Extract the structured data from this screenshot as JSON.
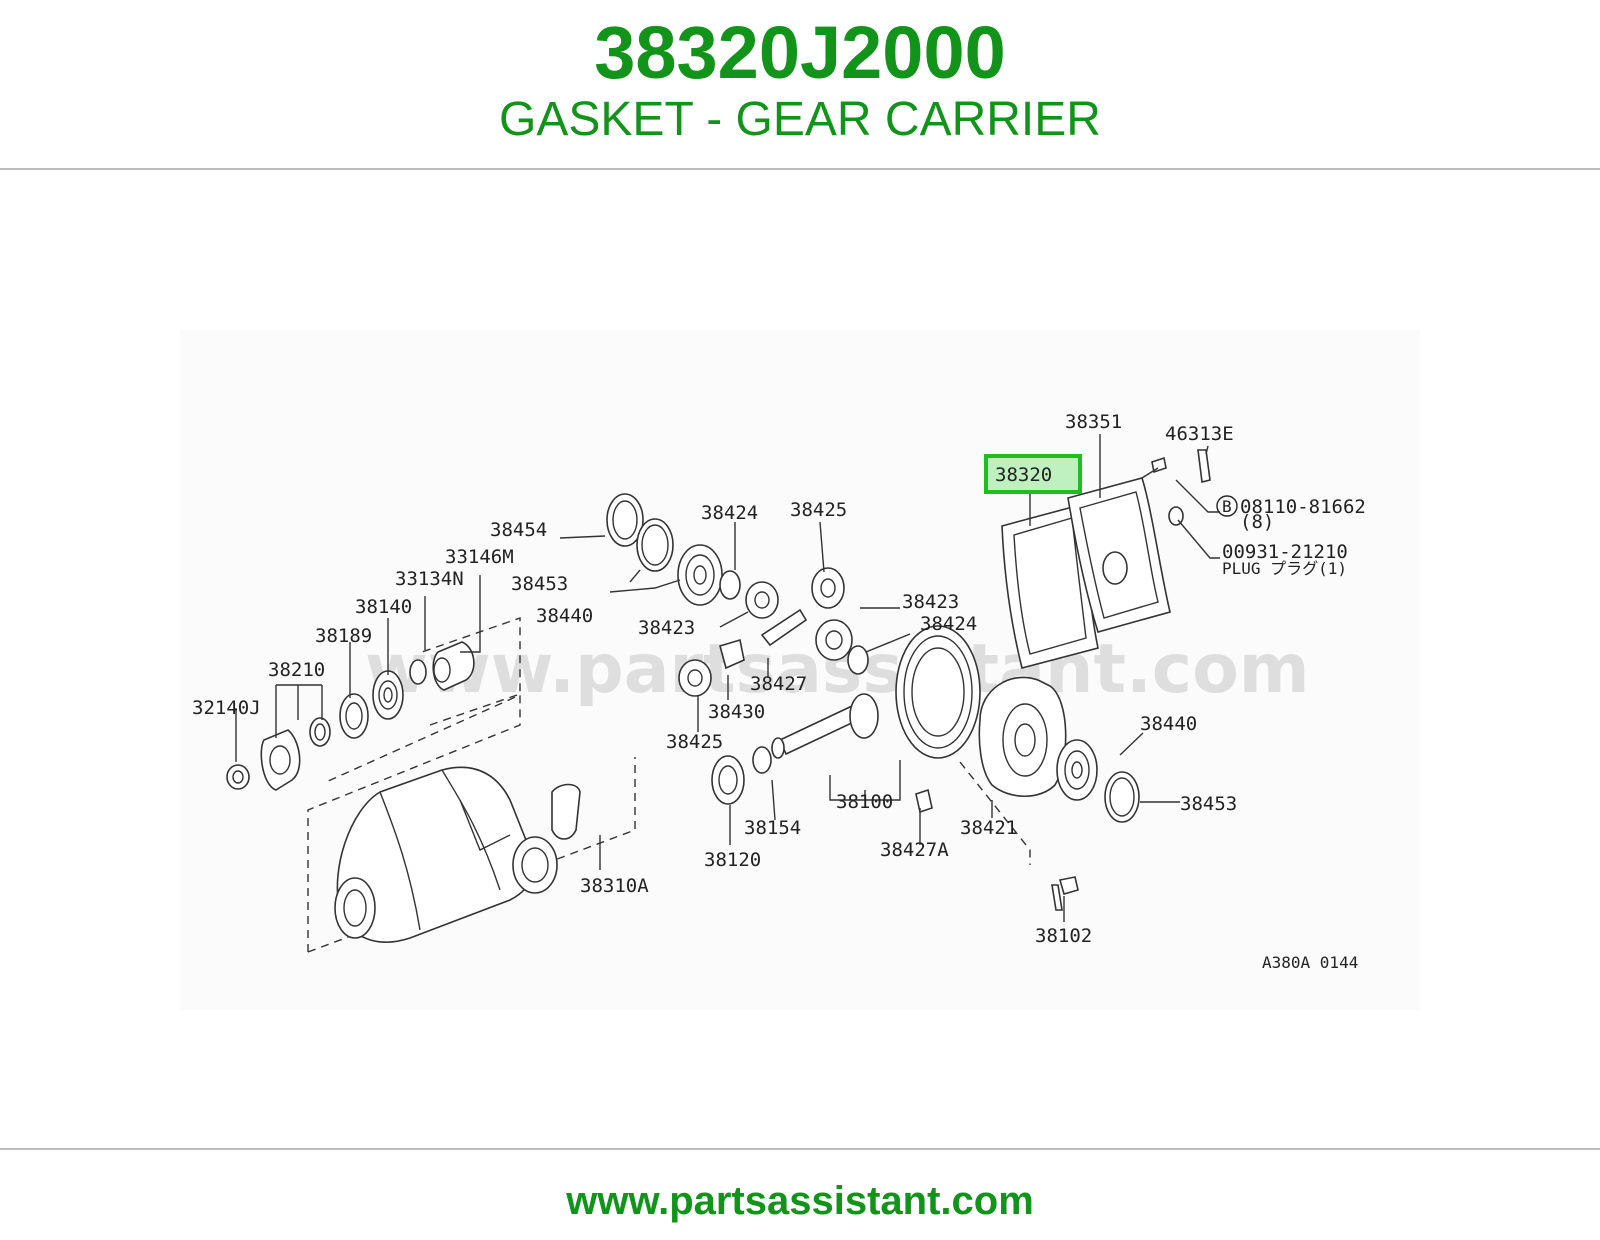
{
  "header": {
    "part_number": "38320J2000",
    "part_name": "GASKET - GEAR CARRIER"
  },
  "diagram": {
    "watermark": "www.partsassistant.com",
    "highlight_color": "#22bb22",
    "highlighted_part": "38320",
    "diagram_code": "A380A 0144",
    "labels": {
      "p38351": "38351",
      "p46313e": "46313E",
      "p38320": "38320",
      "p08110": "08110-81662",
      "p08110_qty": "(8)",
      "p08110_mark": "B",
      "p00931": "00931-21210",
      "p_plug": "PLUG プラグ(1)",
      "p38454": "38454",
      "p38424a": "38424",
      "p38425a": "38425",
      "p33146m": "33146M",
      "p38453a": "38453",
      "p33134n": "33134N",
      "p38440a": "38440",
      "p38423a": "38423",
      "p38423b": "38423",
      "p38140": "38140",
      "p38424b": "38424",
      "p38189": "38189",
      "p38427": "38427",
      "p38210": "38210",
      "p38430": "38430",
      "p32140j": "32140J",
      "p38425b": "38425",
      "p38440b": "38440",
      "p38453b": "38453",
      "p38100": "38100",
      "p38154": "38154",
      "p38421": "38421",
      "p38120": "38120",
      "p38427a": "38427A",
      "p38310a": "38310A",
      "p38102": "38102"
    }
  },
  "footer": {
    "url": "www.partsassistant.com"
  }
}
